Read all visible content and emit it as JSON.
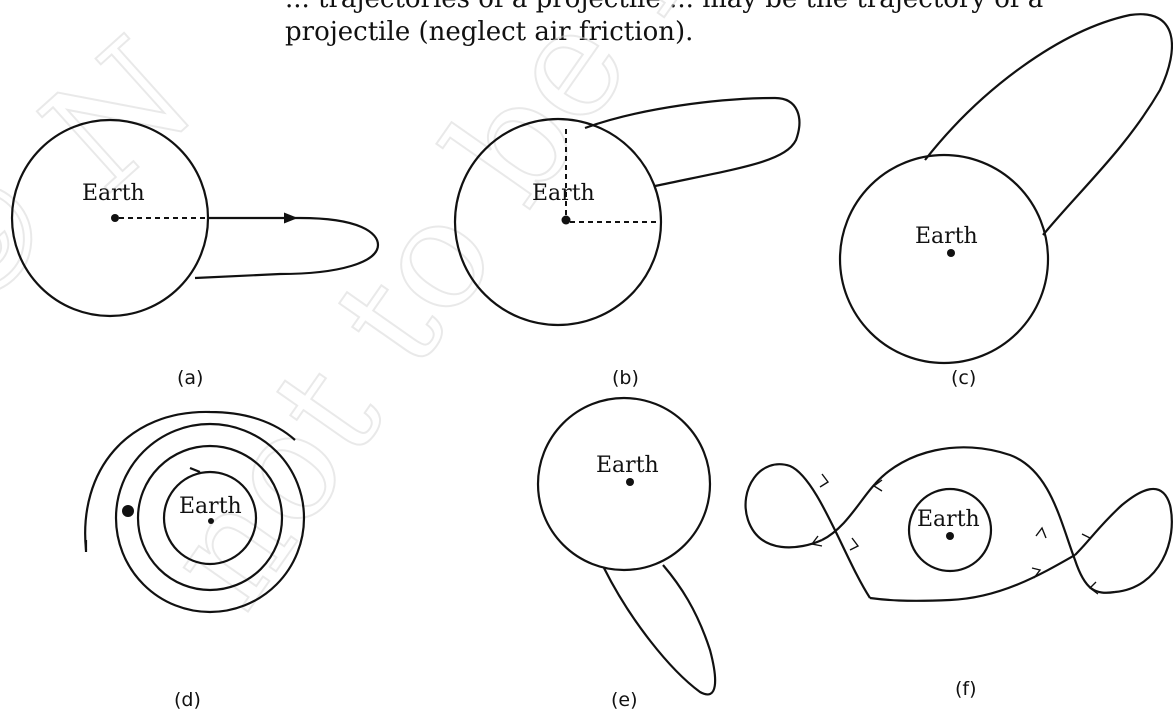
{
  "caption": {
    "line1": "... trajectories of a projectile ... may be the trajectory of a",
    "line2": "projectile (neglect air friction)."
  },
  "watermark": "© NCERT not to be republished",
  "panels": [
    {
      "id": "a",
      "label": "(a)",
      "body": "Earth"
    },
    {
      "id": "b",
      "label": "(b)",
      "body": "Earth"
    },
    {
      "id": "c",
      "label": "(c)",
      "body": "Earth"
    },
    {
      "id": "d",
      "label": "(d)",
      "body": "Earth"
    },
    {
      "id": "e",
      "label": "(e)",
      "body": "Earth"
    },
    {
      "id": "f",
      "label": "(f)",
      "body": "Earth"
    }
  ],
  "colors": {
    "ink": "#111111",
    "watermark": "#d8d8d8"
  }
}
